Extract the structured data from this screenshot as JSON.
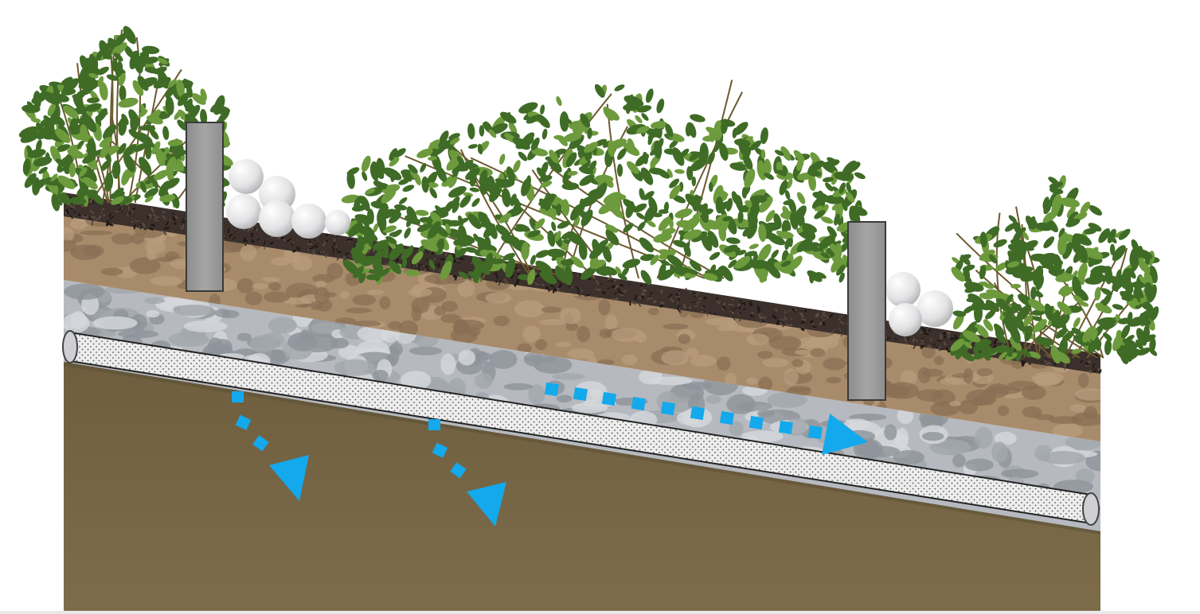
{
  "diagram": {
    "kind": "sloped infiltration trench cross-section",
    "labels_printed": [],
    "layers_top_to_bottom": [
      "plants",
      "mulch",
      "soil",
      "gravel",
      "perforated-underdrain-pipe",
      "native-subsoil"
    ],
    "check_dams": 2,
    "flow_arrows": [
      {
        "id": "lateral-flow",
        "direction": "downslope-along-trench"
      },
      {
        "id": "infiltration-1",
        "direction": "down-into-subsoil"
      },
      {
        "id": "infiltration-2",
        "direction": "down-into-subsoil"
      }
    ]
  },
  "colors": {
    "subsoil": "#7a6a48",
    "subsoil_dark": "#6b5c3e",
    "soil": "#a48868",
    "soil_dark": "#8a6f54",
    "mulch": "#3a2e2a",
    "gravel": "#b9bcc2",
    "gravel_dark": "#8f949b",
    "pipe": "#ececec",
    "check_dam": "#9e9e9e",
    "rock": "#e4e4e6",
    "leaf": "#3f6b26",
    "leaf_light": "#6d9a3c",
    "stem": "#6b5a30",
    "water_arrow": "#13a9ec"
  }
}
